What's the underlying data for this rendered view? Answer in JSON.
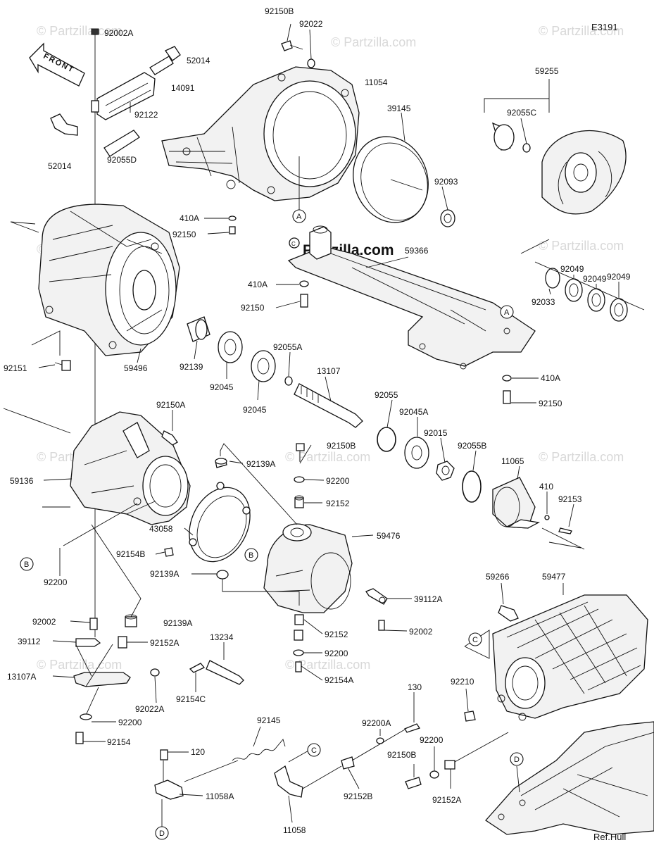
{
  "diagram_code": "E3191",
  "watermark": "© Partzilla.com",
  "center_watermark": "Partzilla.com",
  "front_label": "FRONT",
  "ref_hull_label": "Ref.Hull",
  "labels": {
    "p92150B_top": "92150B",
    "p92022_top": "92022",
    "p92002A": "92002A",
    "p52014_top": "52014",
    "p14091": "14091",
    "p92122": "92122",
    "p52014_bottom": "52014",
    "p92055D": "92055D",
    "p11054": "11054",
    "p39145": "39145",
    "p59255": "59255",
    "p92055C": "92055C",
    "p92093": "92093",
    "p410A_1": "410A",
    "p92150_1": "92150",
    "p59366": "59366",
    "p410A_2": "410A",
    "p92150_2": "92150",
    "p92049_1": "92049",
    "p92049_2": "92049",
    "p92049_3": "92049",
    "p92033": "92033",
    "p410A_3": "410A",
    "p92150_3": "92150",
    "p92151": "92151",
    "p59496": "59496",
    "p92139": "92139",
    "p92045_1": "92045",
    "p92045_2": "92045",
    "p92055A": "92055A",
    "p13107": "13107",
    "p92055": "92055",
    "p92045A": "92045A",
    "p92015": "92015",
    "p92055B": "92055B",
    "p11065": "11065",
    "p410": "410",
    "p92153": "92153",
    "p92150A": "92150A",
    "p92150B_mid": "92150B",
    "p92139A_1": "92139A",
    "p92200_1": "92200",
    "p92152_1": "92152",
    "p59136": "59136",
    "p43058": "43058",
    "p59476": "59476",
    "p92154B": "92154B",
    "p92139A_2": "92139A",
    "p92200_left": "92200",
    "p39112A": "39112A",
    "p92002_right": "92002",
    "p92152_2": "92152",
    "p92200_2": "92200",
    "p92154A": "92154A",
    "p92002_left": "92002",
    "p92139A_3": "92139A",
    "p39112": "39112",
    "p92152A_1": "92152A",
    "p13234": "13234",
    "p13107A": "13107A",
    "p92022A": "92022A",
    "p92154C": "92154C",
    "p92200_3": "92200",
    "p92154": "92154",
    "p59266": "59266",
    "p59477": "59477",
    "p92210": "92210",
    "p92145": "92145",
    "p120": "120",
    "p11058A": "11058A",
    "p11058": "11058",
    "p92200A": "92200A",
    "p130": "130",
    "p92152B": "92152B",
    "p92150B_bottom": "92150B",
    "p92200_4": "92200",
    "p92152A_2": "92152A"
  },
  "ref_markers": {
    "A_1": "A",
    "A_2": "A",
    "B_1": "B",
    "B_2": "B",
    "C_1": "C",
    "C_2": "C",
    "D_1": "D",
    "D_2": "D"
  }
}
